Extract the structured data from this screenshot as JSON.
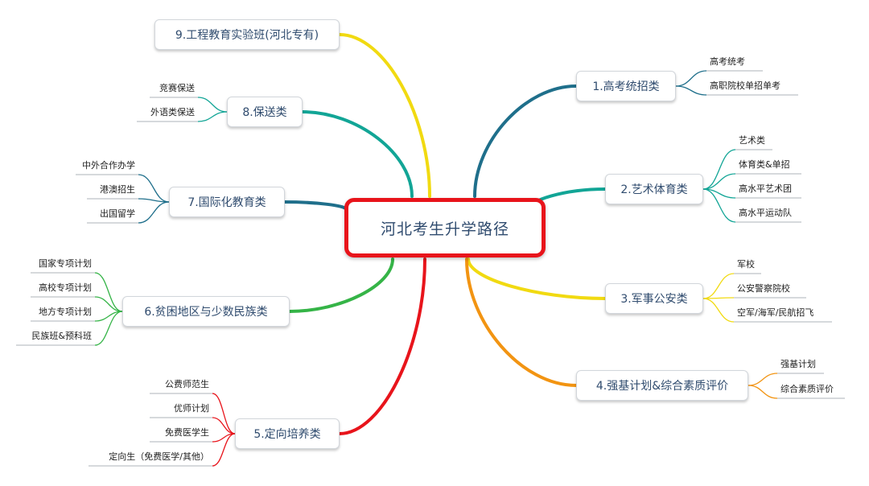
{
  "title": "河北考生升学路径",
  "branches": [
    {
      "label": "1.高考统招类",
      "color": "#1f6f8b",
      "leaves": [
        "高考统考",
        "高职院校单招单考"
      ]
    },
    {
      "label": "2.艺术体育类",
      "color": "#12a596",
      "leaves": [
        "艺术类",
        "体育类&单招",
        "高水平艺术团",
        "高水平运动队"
      ]
    },
    {
      "label": "3.军事公安类",
      "color": "#f1da11",
      "leaves": [
        "军校",
        "公安警察院校",
        "空军/海军/民航招飞"
      ]
    },
    {
      "label": "4.强基计划&综合素质评价",
      "color": "#f29412",
      "leaves": [
        "强基计划",
        "综合素质评价"
      ]
    },
    {
      "label": "5.定向培养类",
      "color": "#e8141b",
      "leaves": [
        "公费师范生",
        "优师计划",
        "免费医学生",
        "定向生（免费医学/其他）"
      ]
    },
    {
      "label": "6.贫困地区与少数民族类",
      "color": "#35b447",
      "leaves": [
        "国家专项计划",
        "高校专项计划",
        "地方专项计划",
        "民族班&预科班"
      ]
    },
    {
      "label": "7.国际化教育类",
      "color": "#1f6f8b",
      "leaves": [
        "中外合作办学",
        "港澳招生",
        "出国留学"
      ]
    },
    {
      "label": "8.保送类",
      "color": "#12a596",
      "leaves": [
        "竞赛保送",
        "外语类保送"
      ]
    },
    {
      "label": "9.工程教育实验班(河北专有)",
      "color": "#f1da11",
      "leaves": []
    }
  ]
}
